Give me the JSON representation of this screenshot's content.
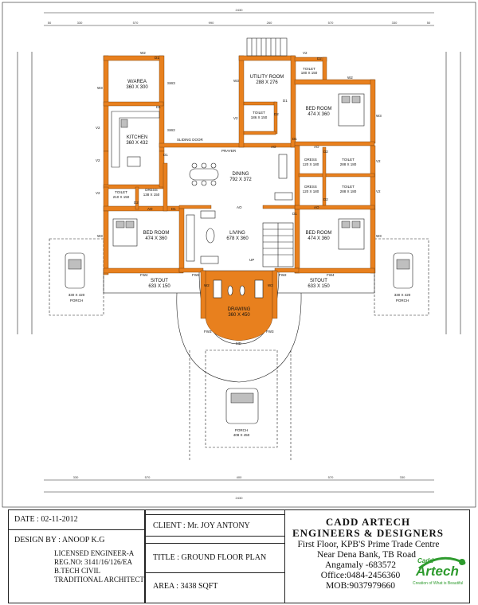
{
  "rooms": {
    "warea": {
      "name": "W/AREA",
      "size": "360 X 300"
    },
    "kitchen": {
      "name": "KITCHEN",
      "size": "360 X 432"
    },
    "utility": {
      "name": "UTILITY ROOM",
      "size": "288 X 276"
    },
    "toilet_top": {
      "name": "TOILET",
      "size": "180 X 150"
    },
    "toilet_util": {
      "name": "TOILET",
      "size": "186 X 150"
    },
    "bed_ne": {
      "name": "BED ROOM",
      "size": "474 X 360"
    },
    "dress_e1": {
      "name": "DRESS",
      "size": "120 X 180"
    },
    "toilet_e1": {
      "name": "TOILET",
      "size": "288 X 180"
    },
    "dress_e2": {
      "name": "DRESS",
      "size": "120 X 180"
    },
    "toilet_e2": {
      "name": "TOILET",
      "size": "288 X 180"
    },
    "dining": {
      "name": "DINING",
      "size": "792 X 372"
    },
    "toilet_w": {
      "name": "TOILET",
      "size": "210 X 150"
    },
    "dress_w": {
      "name": "DRESS",
      "size": "138 X 150"
    },
    "bed_w": {
      "name": "BED ROOM",
      "size": "474 X 360"
    },
    "living": {
      "name": "LIVING",
      "size": "678 X 360"
    },
    "bed_se": {
      "name": "BED ROOM",
      "size": "474 X 360"
    },
    "sitout_w": {
      "name": "SITOUT",
      "size": "633 X 150"
    },
    "sitout_e": {
      "name": "SITOUT",
      "size": "633 X 150"
    },
    "drawing": {
      "name": "DRAWING",
      "size": "360 X 450"
    },
    "porch_w": {
      "name": "PORCH",
      "size": "330 X 420"
    },
    "porch_e": {
      "name": "PORCH",
      "size": "330 X 420"
    },
    "porch_main": {
      "name": "PORCH",
      "size": "408 X 450"
    }
  },
  "tags": {
    "w2": "W2",
    "w3": "W3",
    "v2": "V2",
    "d1": "D1",
    "d2": "D2",
    "sw2": "SW2",
    "sw3": "SW3",
    "ao": "AO",
    "fw2": "FW2",
    "fw3": "FW3",
    "fw4": "FW4",
    "md": "MD",
    "up": "UP",
    "sliding_door": "SLIDING DOOR",
    "prayer": "PRAYER"
  },
  "dims": {
    "top_total": "2430",
    "bottom_total": "2430",
    "top_segments": [
      "50",
      "330",
      "570",
      "990",
      "260",
      "570",
      "330",
      "50"
    ],
    "bottom_segments": [
      "330",
      "570",
      "400",
      "570",
      "330"
    ]
  },
  "titleblock": {
    "date": "DATE : 02-11-2012",
    "design_by": "DESIGN BY : ANOOP K.G",
    "licensed": "LICENSED ENGINEER-A",
    "reg_no": "REG.NO: 3141/16/126/EA",
    "btech": "B.TECH CIVIL",
    "traditional": "TRADITIONAL ARCHITECT",
    "client": "CLIENT : Mr. JOY ANTONY",
    "title": "TITLE : GROUND FLOOR PLAN",
    "area": "AREA :  3438 SQFT",
    "company_line1": "CADD ARTECH",
    "company_line2": "ENGINEERS & DESIGNERS",
    "address1": "First Floor, KPB'S Prime Trade Centre",
    "address2": "Near Dena Bank, TB Road",
    "address3": "Angamaly -683572",
    "office": "Office:0484-2456360",
    "mobile": "MOB:9037979660",
    "logo_top": "Cadd",
    "logo_main": "Artech",
    "logo_tagline": "Creation of What is Beautiful"
  }
}
